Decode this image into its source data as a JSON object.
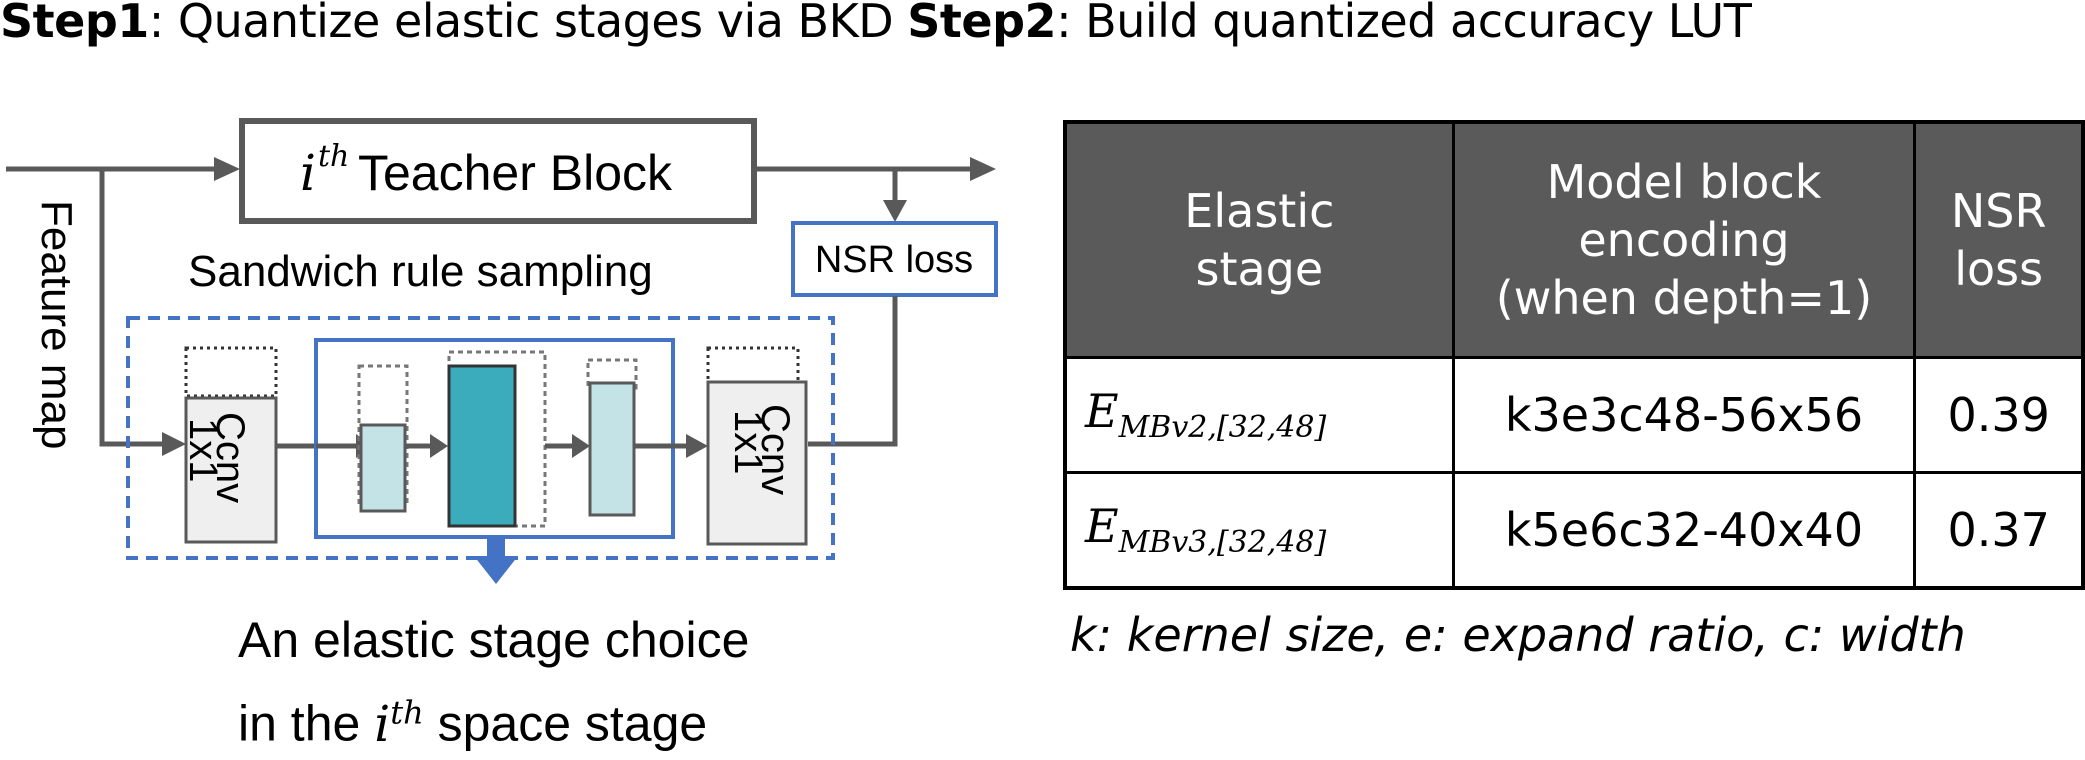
{
  "title": {
    "step1_bold": "Step1",
    "step1_text": ": Quantize elastic stages via BKD ",
    "step2_bold": "Step2",
    "step2_text": ": Build quantized accuracy LUT"
  },
  "diagram": {
    "teacher_block": {
      "prefix": "i",
      "superscript": "th",
      "label": "Teacher Block"
    },
    "nsr_loss": "NSR loss",
    "sandwich_label": "Sandwich rule sampling",
    "feature_map": "Feature map",
    "conv_label_line1": "Ccnv",
    "conv_label_line2": "1x1",
    "caption": {
      "line1": "An elastic stage choice",
      "line2_prefix": "in the ",
      "line2_var": "i",
      "line2_sup": "th",
      "line2_suffix": " space stage"
    },
    "colors": {
      "arrow": "#595959",
      "blue": "#4472c4",
      "dark_teal": "#3aacbc",
      "light_teal": "#c4e3e6",
      "conv_fill": "#efefef"
    }
  },
  "table": {
    "headers": [
      "Elastic stage",
      "Model block encoding (when depth=1)",
      "NSR loss"
    ],
    "header_lines": [
      [
        "Elastic",
        "stage"
      ],
      [
        "Model block",
        "encoding",
        "(when depth=1)"
      ],
      [
        "NSR",
        "loss"
      ]
    ],
    "rows": [
      {
        "stage_base": "E",
        "stage_sub": "MBv2,[32,48]",
        "encoding": "k3e3c48-56x56",
        "loss": "0.39"
      },
      {
        "stage_base": "E",
        "stage_sub": "MBv3,[32,48]",
        "encoding": "k5e6c32-40x40",
        "loss": "0.37"
      }
    ],
    "note": "k: kernel size, e: expand ratio, c: width"
  }
}
